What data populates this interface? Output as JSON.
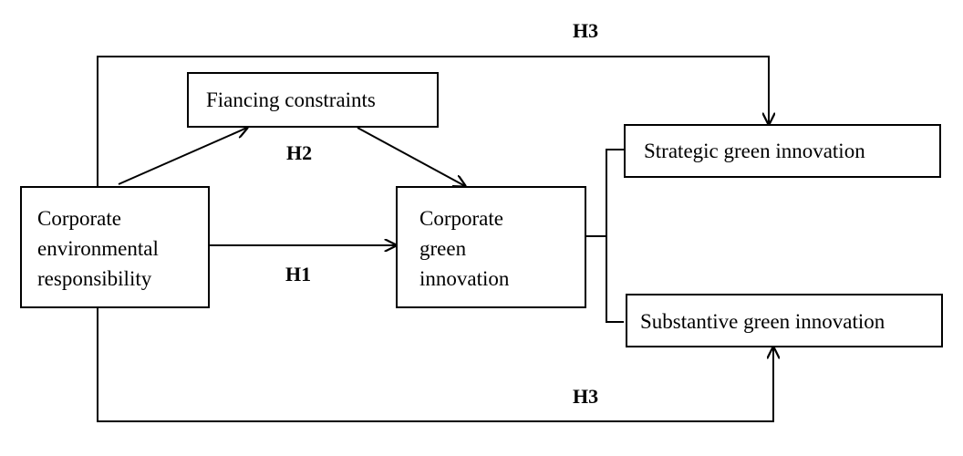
{
  "nodes": {
    "financing_constraints": "Fiancing constraints",
    "cer_line1": "Corporate",
    "cer_line2": "environmental",
    "cer_line3": "responsibility",
    "cgi_line1": "Corporate",
    "cgi_line2": "green",
    "cgi_line3": "innovation",
    "strategic": "Strategic green innovation",
    "substantive": "Substantive green innovation"
  },
  "hypotheses": {
    "h1": "H1",
    "h2": "H2",
    "h3_top": "H3",
    "h3_bottom": "H3"
  }
}
